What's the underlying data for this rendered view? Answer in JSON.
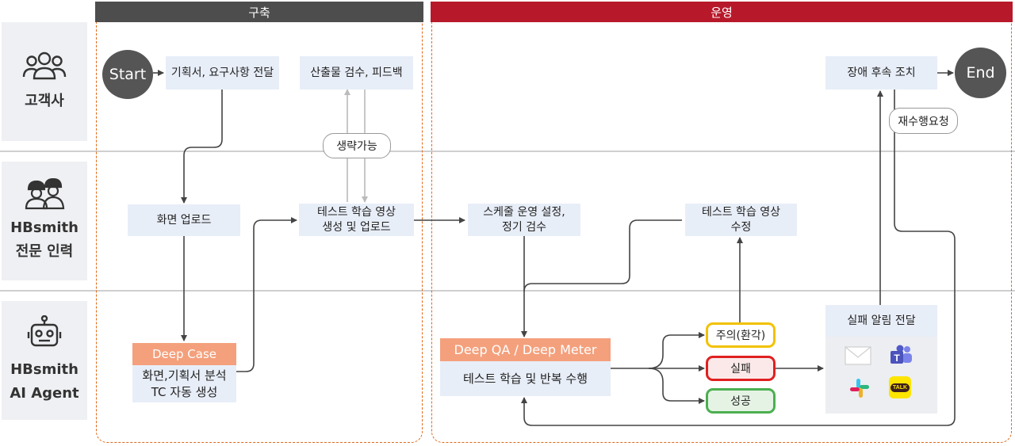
{
  "lanes": [
    {
      "name": "고객사",
      "icon": "customer-group-icon"
    },
    {
      "name_line1": "HBsmith",
      "name_line2": "전문 인력",
      "icon": "workers-icon"
    },
    {
      "name_line1": "HBsmith",
      "name_line2": "AI Agent",
      "icon": "robot-icon"
    }
  ],
  "phases": {
    "build": {
      "label": "구축",
      "color": "#4d4d4d"
    },
    "operate": {
      "label": "운영",
      "color": "#b7192b"
    }
  },
  "nodes": {
    "start": "Start",
    "end": "End",
    "requirements": "기획서, 요구사항 전달",
    "review": "산출물 검수, 피드백",
    "skippable": "생략가능",
    "screen_upload": "화면 업로드",
    "test_video_line1": "테스트 학습 영상",
    "test_video_line2": "생성 및 업로드",
    "schedule_line1": "스케줄 운영 설정,",
    "schedule_line2": "정기 검수",
    "video_fix_line1": "테스트 학습 영상",
    "video_fix_line2": "수정",
    "deep_case_header": "Deep Case",
    "deep_case_line1": "화면,기획서 분석",
    "deep_case_line2": "TC 자동 생성",
    "deep_qa_header": "Deep QA / Deep Meter",
    "deep_qa_body": "테스트 학습 및 반복 수행",
    "warning": "주의(환각)",
    "fail": "실패",
    "success": "성공",
    "failure_alert": "실패 알림 전달",
    "incident_followup": "장애 후속 조치",
    "rerun_request": "재수행요청"
  },
  "notification_channels": [
    {
      "icon": "mail-icon",
      "label": ""
    },
    {
      "icon": "teams-icon",
      "label": "T"
    },
    {
      "icon": "slack-icon",
      "label": ""
    },
    {
      "icon": "kakaotalk-icon",
      "label": "TALK"
    }
  ],
  "colors": {
    "node_fill": "#e8eef8",
    "agent_header": "#f4a07c",
    "warning_border": "#f2c200",
    "fail_border": "#e02020",
    "success_border": "#4caf50",
    "dashed_border": "#e0691a"
  }
}
